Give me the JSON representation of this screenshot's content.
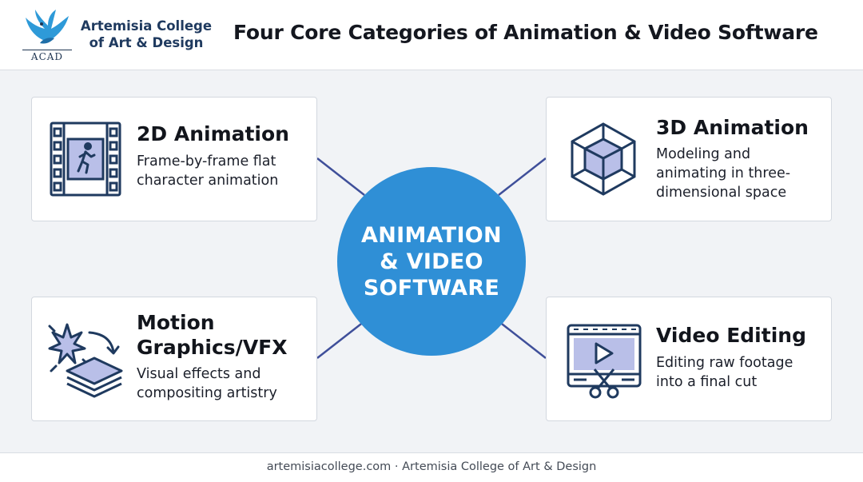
{
  "header": {
    "college_name": "Artemisia College of Art & Design",
    "logo_text": "ACAD",
    "title": "Four Core Categories of Animation & Video Software"
  },
  "center": {
    "label": "ANIMATION & VIDEO SOFTWARE"
  },
  "categories": [
    {
      "title": "2D Animation",
      "description": "Frame-by-frame flat character animation",
      "icon": "film-strip-figure-icon"
    },
    {
      "title": "3D Animation",
      "description": "Modeling and animating in three-dimensional space",
      "icon": "cube-icon"
    },
    {
      "title": "Motion Graphics/VFX",
      "description": "Visual effects and compositing artistry",
      "icon": "layers-spark-icon"
    },
    {
      "title": "Video Editing",
      "description": "Editing raw footage into a final cut",
      "icon": "video-scissors-icon"
    }
  ],
  "footer": {
    "text": "artemisiacollege.com · Artemisia College of Art & Design"
  },
  "colors": {
    "accent": "#2f8fd6",
    "icon_stroke": "#1f3a5f",
    "icon_fill": "#b9bfe8",
    "connector": "#3f4f9a",
    "logo_blue": "#2e9ad8"
  }
}
